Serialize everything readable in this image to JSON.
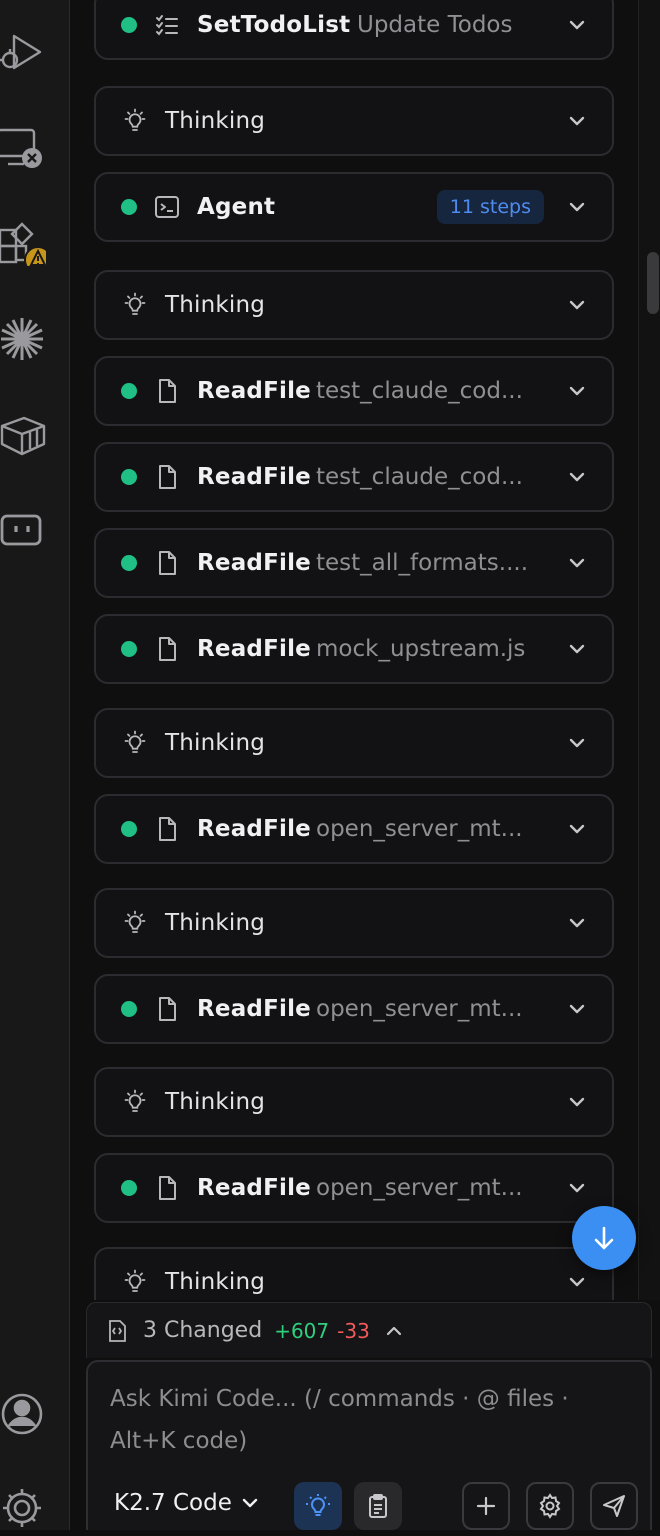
{
  "sidebar": {
    "icons": [
      "run-debug-icon",
      "remote-explorer-icon",
      "extensions-warning-icon",
      "kimi-spark-icon",
      "containers-icon",
      "chat-bot-icon",
      "account-icon",
      "settings-gear-icon"
    ]
  },
  "steps": [
    {
      "kind": "tool",
      "icon": "checklist-icon",
      "name": "SetTodoList",
      "detail": "Update Todos"
    },
    {
      "kind": "think",
      "name": "Thinking"
    },
    {
      "kind": "tool",
      "icon": "terminal-icon",
      "name": "Agent",
      "badge": "11 steps"
    },
    {
      "kind": "think",
      "name": "Thinking"
    },
    {
      "kind": "tool",
      "icon": "file-icon",
      "name": "ReadFile",
      "detail": "test_claude_cod..."
    },
    {
      "kind": "tool",
      "icon": "file-icon",
      "name": "ReadFile",
      "detail": "test_claude_cod..."
    },
    {
      "kind": "tool",
      "icon": "file-icon",
      "name": "ReadFile",
      "detail": "test_all_formats...."
    },
    {
      "kind": "tool",
      "icon": "file-icon",
      "name": "ReadFile",
      "detail": "mock_upstream.js"
    },
    {
      "kind": "think",
      "name": "Thinking"
    },
    {
      "kind": "tool",
      "icon": "file-icon",
      "name": "ReadFile",
      "detail": "open_server_mt..."
    },
    {
      "kind": "think",
      "name": "Thinking"
    },
    {
      "kind": "tool",
      "icon": "file-icon",
      "name": "ReadFile",
      "detail": "open_server_mt..."
    },
    {
      "kind": "think",
      "name": "Thinking"
    },
    {
      "kind": "tool",
      "icon": "file-icon",
      "name": "ReadFile",
      "detail": "open_server_mt..."
    },
    {
      "kind": "think",
      "name": "Thinking"
    }
  ],
  "changes": {
    "label": "3 Changed",
    "added": "+607",
    "removed": "-33"
  },
  "composer": {
    "placeholder": "Ask Kimi Code... (/ commands · @ files · Alt+K code)",
    "model": "K2.7 Code"
  },
  "colors": {
    "status_dot": "#1fbf85",
    "accent": "#3b8ef2",
    "added": "#2fcf7e",
    "removed": "#f05a5a"
  }
}
